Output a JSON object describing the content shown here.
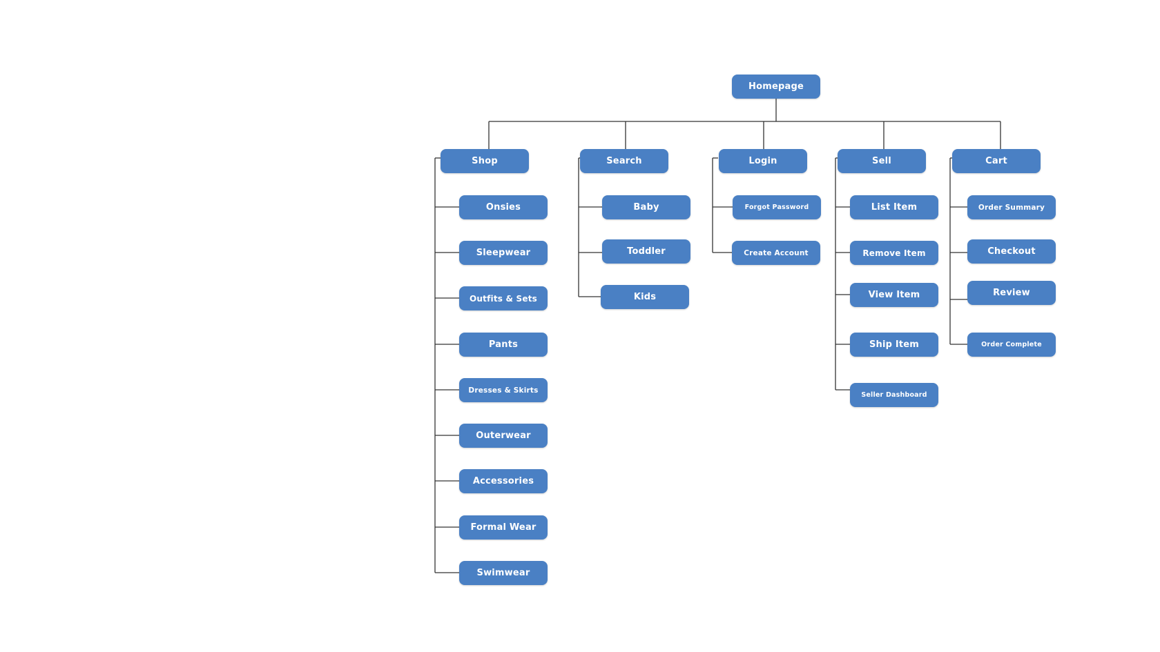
{
  "colors": {
    "node_fill": "#4a80c4",
    "node_text": "#ffffff",
    "connector": "#333333",
    "background": "#ffffff"
  },
  "sitemap": {
    "root": "Homepage",
    "sections": {
      "shop": {
        "label": "Shop",
        "children": [
          "Onsies",
          "Sleepwear",
          "Outfits & Sets",
          "Pants",
          "Dresses & Skirts",
          "Outerwear",
          "Accessories",
          "Formal Wear",
          "Swimwear"
        ]
      },
      "search": {
        "label": "Search",
        "children": [
          "Baby",
          "Toddler",
          "Kids"
        ]
      },
      "login": {
        "label": "Login",
        "children": [
          "Forgot Password",
          "Create Account"
        ]
      },
      "sell": {
        "label": "Sell",
        "children": [
          "List Item",
          "Remove Item",
          "View Item",
          "Ship Item",
          "Seller Dashboard"
        ]
      },
      "cart": {
        "label": "Cart",
        "children": [
          "Order Summary",
          "Checkout",
          "Review",
          "Order Complete"
        ]
      }
    }
  }
}
